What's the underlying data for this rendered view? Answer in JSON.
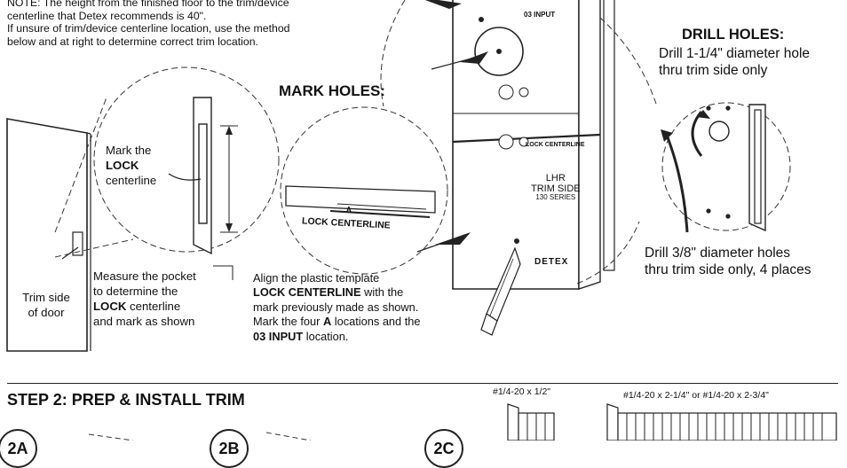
{
  "note": {
    "line1": "NOTE: The height from the finished floor to the trim/device",
    "line2": "centerline that Detex recommends is 40\".",
    "line3": "If unsure of trim/device centerline location, use the method",
    "line4": "below and at right to determine correct trim location."
  },
  "mark_holes": {
    "title": "MARK HOLES:"
  },
  "drill_holes": {
    "title": "DRILL HOLES:",
    "big_line1": "Drill 1-1/4\" diameter hole",
    "big_line2": "thru trim side only",
    "small_line1": "Drill 3/8\" diameter holes",
    "small_line2": "thru trim side only, 4 places"
  },
  "door": {
    "label_line1": "Trim side",
    "label_line2": "of door"
  },
  "mark_lock": {
    "line1": "Mark the",
    "line2_bold": "LOCK",
    "line3": "centerline"
  },
  "measure": {
    "line1": "Measure the pocket",
    "line2": "to determine the",
    "line3_bold": "LOCK",
    "line3_rest": " centerline",
    "line4": "and mark as shown"
  },
  "align": {
    "line1": "Align the plastic template",
    "line2_bold": "LOCK CENTERLINE",
    "line2_rest": " with the",
    "line3": "mark previously made as shown.",
    "line4_pre": "Mark the four ",
    "line4_bold": "A",
    "line4_post": " locations and the",
    "line5_bold": "03 INPUT",
    "line5_rest": " location."
  },
  "template": {
    "input_label": "03 INPUT",
    "lock_centerline": "LOCK CENTERLINE",
    "a_mark": "A",
    "detex": "DETEX",
    "lhr": "LHR",
    "trim_side": "TRIM SIDE",
    "series": "130 SERIES"
  },
  "step2": {
    "title": "STEP 2: PREP & INSTALL TRIM",
    "screw1": "#1/4-20 x 1/2\"",
    "screw2": "#1/4-20 x 2-1/4\"  or  #1/4-20 x 2-3/4\"",
    "badges": [
      "2A",
      "2B",
      "2C"
    ]
  }
}
